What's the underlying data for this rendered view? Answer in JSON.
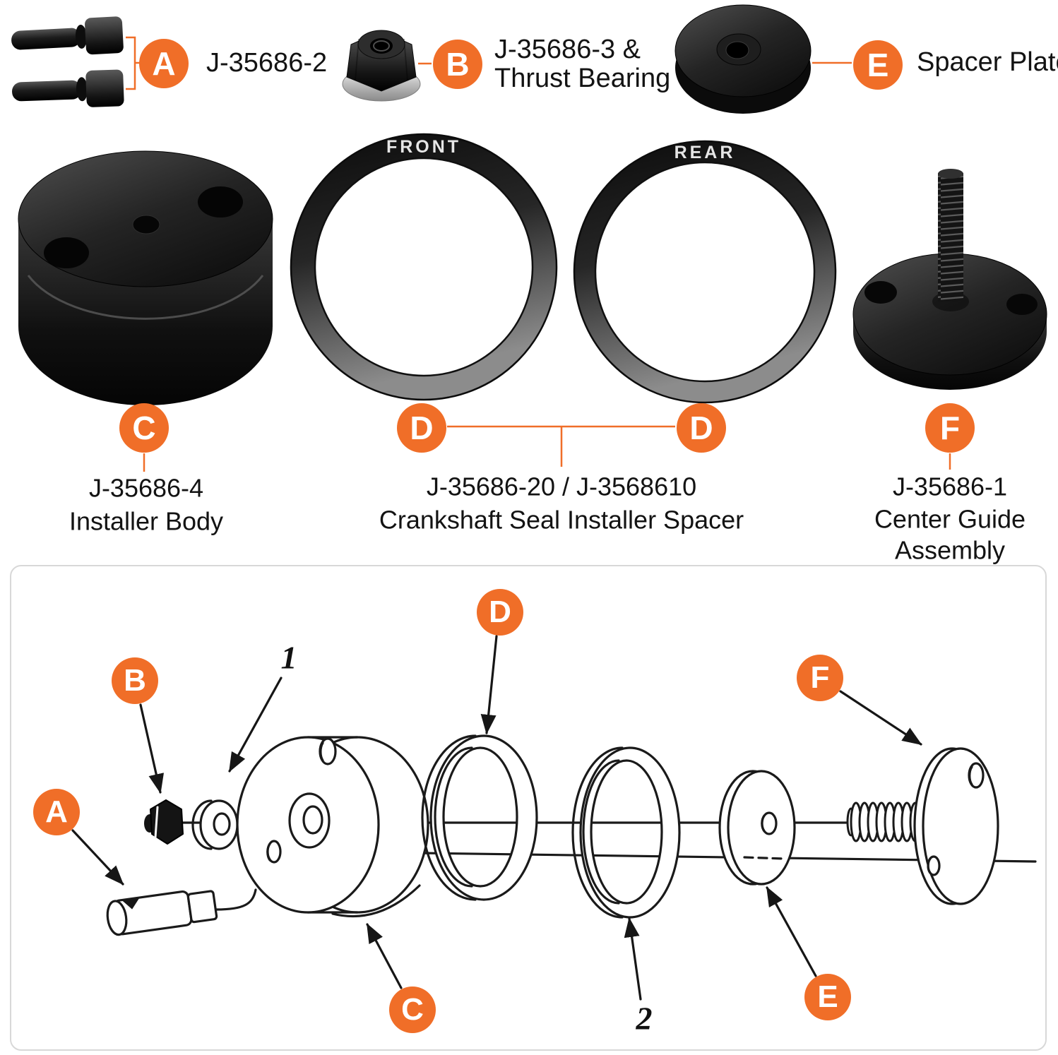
{
  "colors": {
    "accent": "#F06E28",
    "panel_border": "#D8D8D8",
    "ink": "#1A1A1A"
  },
  "parts_top": {
    "a": {
      "badge": "A",
      "label": "J-35686-2"
    },
    "b": {
      "badge": "B",
      "line1": "J-35686-3 &",
      "line2": "Thrust Bearing"
    },
    "e": {
      "badge": "E",
      "label": "Spacer Plate"
    },
    "c": {
      "badge": "C",
      "part_no": "J-35686-4",
      "name": "Installer Body"
    },
    "d": {
      "badge_left": "D",
      "badge_right": "D",
      "front": "FRONT",
      "rear": "REAR",
      "part_no": "J-35686-20 / J-3568610",
      "name": "Crankshaft Seal Installer Spacer"
    },
    "f": {
      "badge": "F",
      "part_no": "J-35686-1",
      "name1": "Center Guide",
      "name2": "Assembly"
    }
  },
  "diagram": {
    "badges": {
      "a": "A",
      "b": "B",
      "c": "C",
      "d": "D",
      "e": "E",
      "f": "F"
    },
    "numbers": {
      "n1": "1",
      "n2": "2"
    }
  }
}
